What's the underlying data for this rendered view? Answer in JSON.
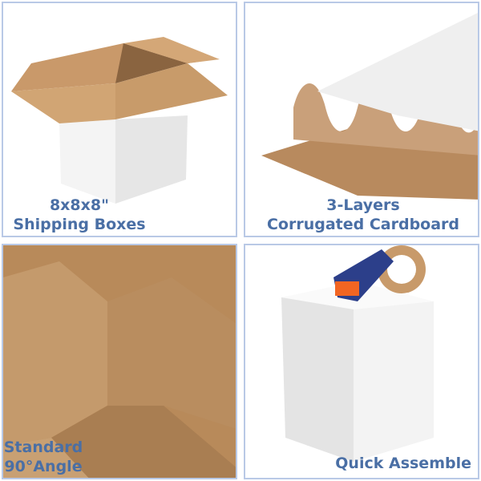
{
  "panels": [
    {
      "caption_line1": "8x8x8\"",
      "caption_line2": "Shipping Boxes"
    },
    {
      "caption_line1": "3-Layers",
      "caption_line2": "Corrugated Cardboard"
    },
    {
      "caption_line1": "Standard",
      "caption_line2": "90°Angle"
    },
    {
      "caption_line1": "Quick Assemble"
    }
  ],
  "colors": {
    "caption": "#4a6fa5",
    "border": "#b9c9e6",
    "kraft": "#c49a6c"
  }
}
